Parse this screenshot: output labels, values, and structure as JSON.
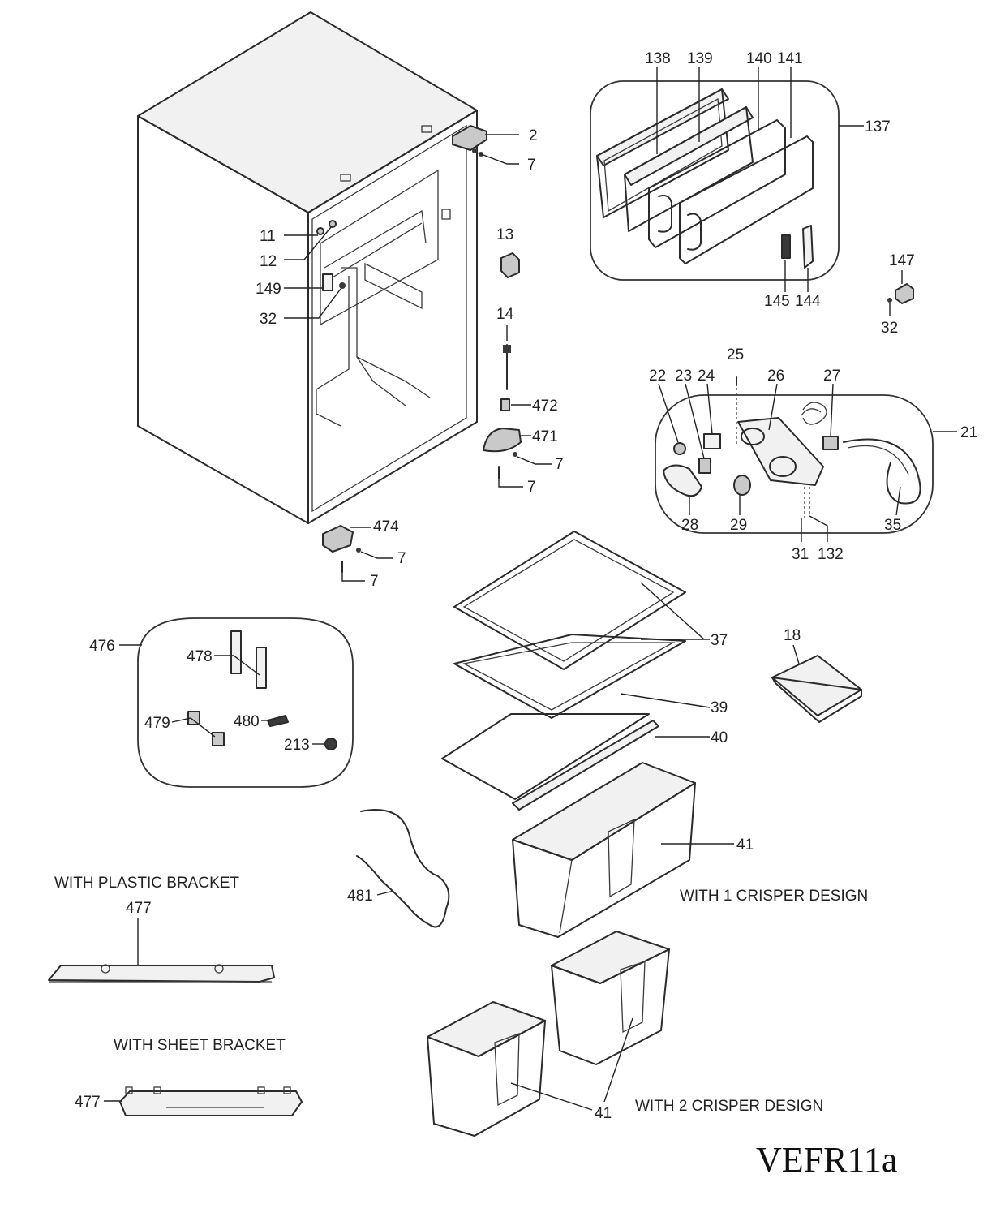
{
  "labels": {
    "n2": "2",
    "n7": "7",
    "n11": "11",
    "n12": "12",
    "n13": "13",
    "n14": "14",
    "n18": "18",
    "n21": "21",
    "n22": "22",
    "n23": "23",
    "n24": "24",
    "n25": "25",
    "n26": "26",
    "n27": "27",
    "n28": "28",
    "n29": "29",
    "n31": "31",
    "n32": "32",
    "n35": "35",
    "n37": "37",
    "n39": "39",
    "n40": "40",
    "n41": "41",
    "n132": "132",
    "n137": "137",
    "n138": "138",
    "n139": "139",
    "n140": "140",
    "n141": "141",
    "n144": "144",
    "n145": "145",
    "n147": "147",
    "n149": "149",
    "n213": "213",
    "n471": "471",
    "n472": "472",
    "n474": "474",
    "n476": "476",
    "n477": "477",
    "n478": "478",
    "n479": "479",
    "n480": "480",
    "n481": "481"
  },
  "captions": {
    "plastic_bracket": "WITH PLASTIC BRACKET",
    "sheet_bracket": "WITH SHEET BRACKET",
    "one_crisper": "WITH 1 CRISPER DESIGN",
    "two_crisper": "WITH 2 CRISPER DESIGN"
  },
  "model": "VEFR11a",
  "colors": {
    "ink": "#222222",
    "background": "#ffffff"
  }
}
